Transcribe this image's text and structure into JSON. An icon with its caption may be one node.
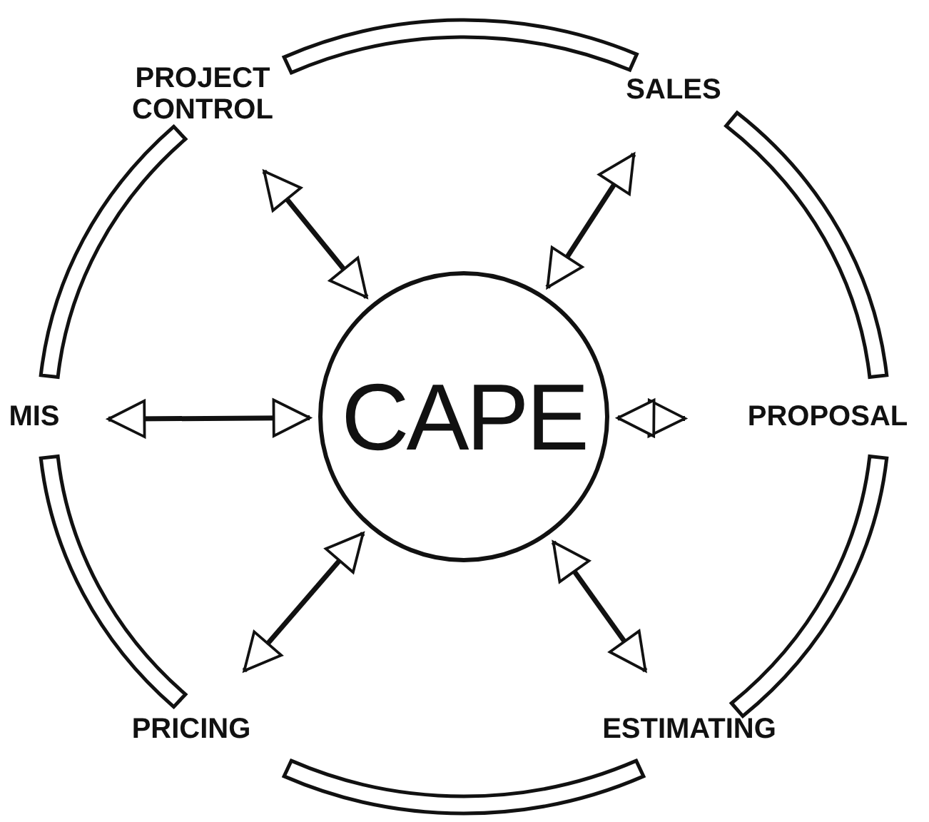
{
  "diagram": {
    "nodes": [
      {
        "text": [
          "CAPE"
        ]
      },
      {
        "text": [
          "PROJECT CONTROL"
        ]
      },
      {
        "text": [
          "SALES"
        ]
      },
      {
        "text": [
          "PROPOSAL"
        ]
      },
      {
        "text": [
          "ESTIMATING"
        ]
      },
      {
        "text": [
          "PRICING"
        ]
      },
      {
        "text": [
          "MIS"
        ]
      }
    ],
    "edges": [
      {
        "from": 1,
        "to": 0,
        "arrow": "both"
      },
      {
        "from": 2,
        "to": 0,
        "arrow": "both"
      },
      {
        "from": 3,
        "to": 0,
        "arrow": "both"
      },
      {
        "from": 4,
        "to": 0,
        "arrow": "both"
      },
      {
        "from": 5,
        "to": 0,
        "arrow": "both"
      },
      {
        "from": 6,
        "to": 0,
        "arrow": "both"
      },
      {
        "from": 1,
        "to": 2,
        "arrow": "none"
      },
      {
        "from": 2,
        "to": 3,
        "arrow": "none"
      },
      {
        "from": 3,
        "to": 4,
        "arrow": "none"
      },
      {
        "from": 4,
        "to": 5,
        "arrow": "none"
      },
      {
        "from": 5,
        "to": 6,
        "arrow": "none"
      },
      {
        "from": 6,
        "to": 1,
        "arrow": "none"
      }
    ]
  }
}
